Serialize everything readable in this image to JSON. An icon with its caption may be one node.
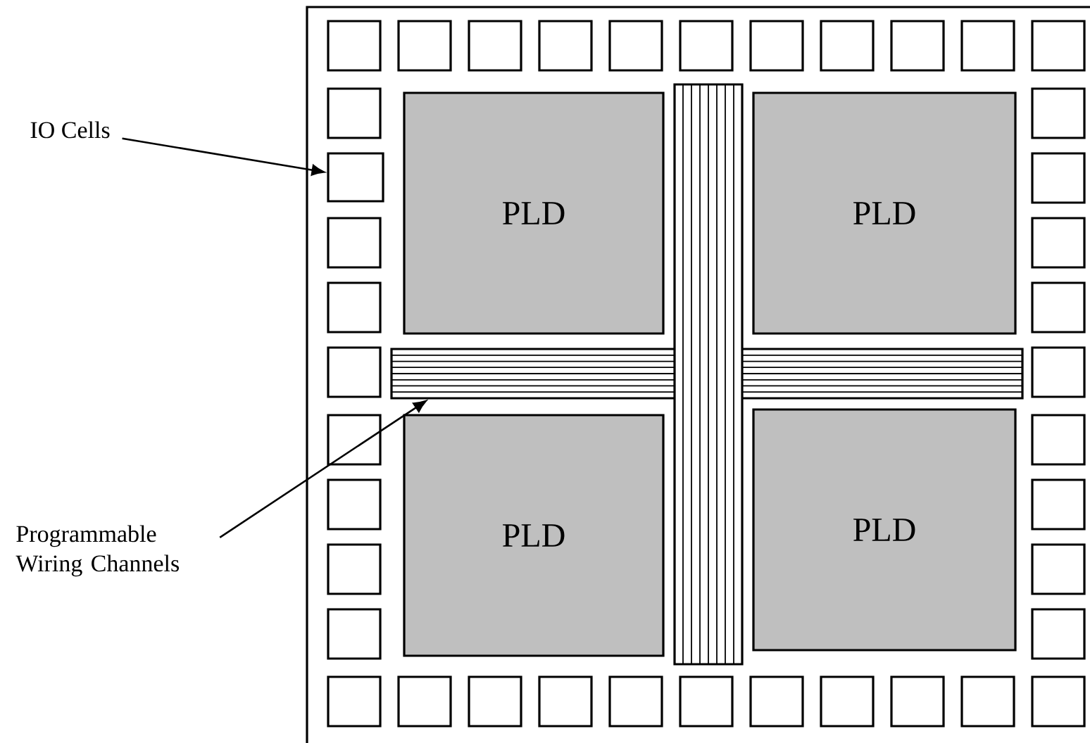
{
  "diagram": {
    "nodes": [
      {
        "text": [
          "IO Cells"
        ]
      },
      {
        "text": [
          "PLD"
        ]
      },
      {
        "text": [
          "PLD"
        ]
      },
      {
        "text": [
          "PLD"
        ]
      },
      {
        "text": [
          "PLD"
        ]
      },
      {
        "text": [],
        "shape": "box"
      },
      {
        "text": [
          "Programmable Wiring Channels"
        ]
      },
      {
        "text": [],
        "shape": "bar"
      }
    ],
    "edges": [
      {
        "from": 0,
        "to": 5,
        "arrow": "to"
      },
      {
        "from": 6,
        "to": 7,
        "arrow": "to"
      }
    ]
  }
}
